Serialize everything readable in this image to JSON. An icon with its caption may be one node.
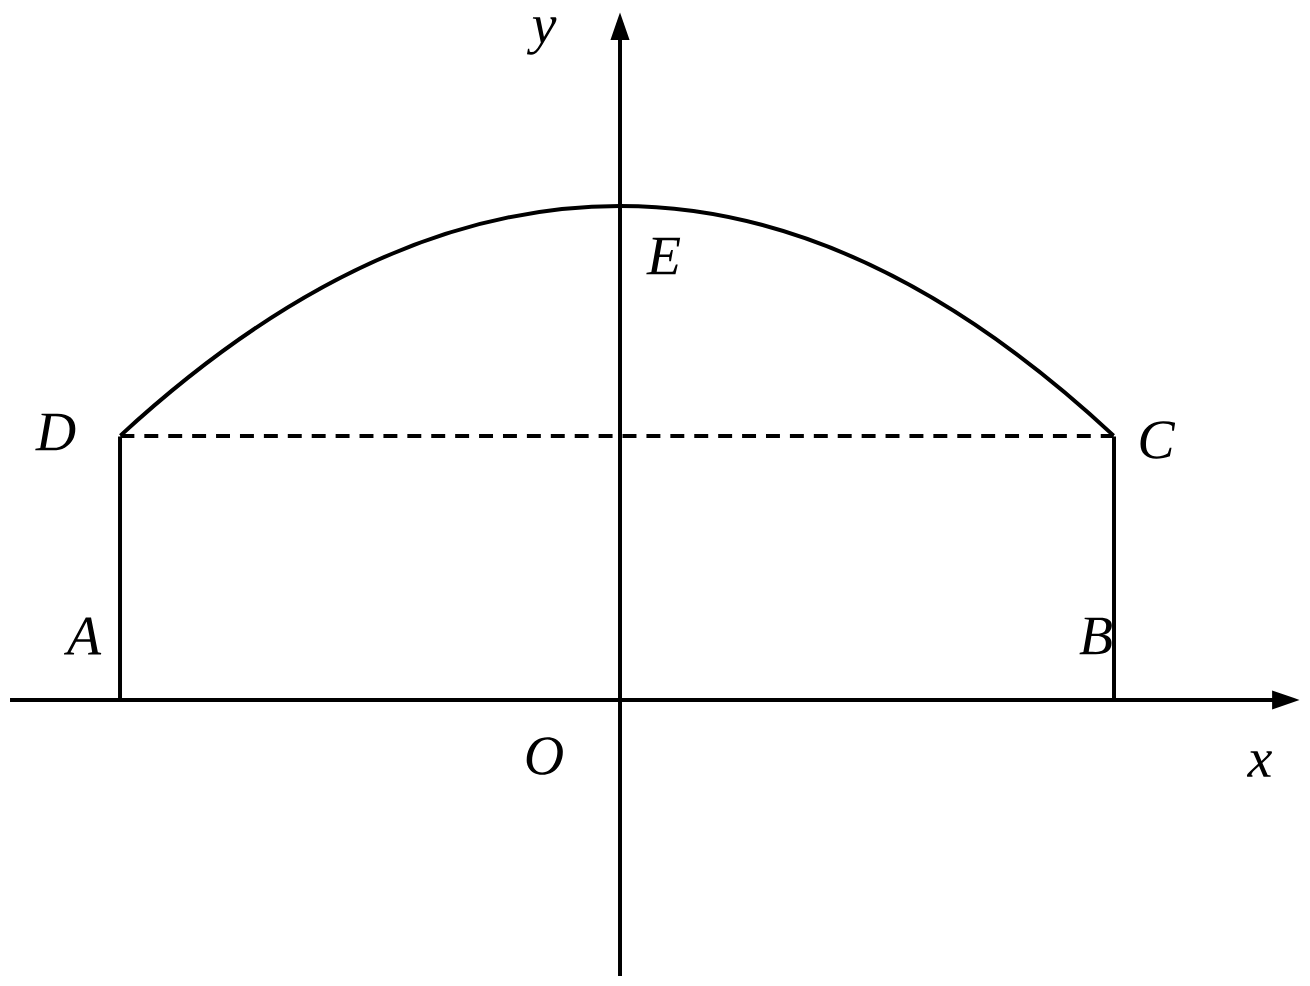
{
  "diagram": {
    "nodes": [
      {
        "text": [
          "A"
        ]
      },
      {
        "text": [
          "B"
        ]
      },
      {
        "text": [
          "C"
        ]
      },
      {
        "text": [
          "D"
        ]
      },
      {
        "text": [
          "E"
        ]
      }
    ],
    "edges": [
      {
        "from": 0,
        "to": 3,
        "arrow": "none"
      },
      {
        "from": 1,
        "to": 2,
        "arrow": "none"
      },
      {
        "from": 3,
        "to": 2,
        "arrow": "none",
        "style": "dashed"
      },
      {
        "from": 3,
        "to": 4,
        "arrow": "none"
      },
      {
        "from": 4,
        "to": 2,
        "arrow": "none"
      }
    ],
    "labels": [
      "O",
      "x",
      "y"
    ]
  }
}
